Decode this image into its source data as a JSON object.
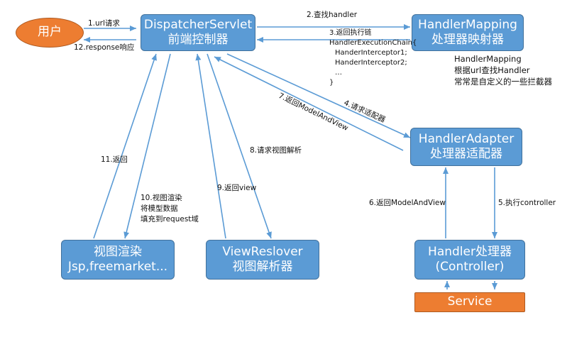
{
  "nodes": {
    "user": "用户",
    "dispatcher": [
      "DispatcherServlet",
      "前端控制器"
    ],
    "mapping": [
      "HandlerMapping",
      "处理器映射器"
    ],
    "adapter": [
      "HandlerAdapter",
      "处理器适配器"
    ],
    "view": [
      "视图渲染",
      "Jsp,freemarket..."
    ],
    "resolver": [
      "ViewReslover",
      "视图解析器"
    ],
    "handler": [
      "Handler处理器",
      "(Controller)"
    ],
    "service": "Service"
  },
  "notes": {
    "mapping": [
      "HandlerMapping",
      "根据url查找Handler",
      "常常是自定义的一些拦截器"
    ]
  },
  "labels": {
    "s1": "1.url请求",
    "s2": "2.查找handler",
    "s3": [
      "3.返回执行链",
      "HandlerExecutionChain{",
      "HanderInterceptor1;",
      "HanderInterceptor2;",
      "…",
      "}"
    ],
    "s4": "4.请求适配器",
    "s5": "5.执行controller",
    "s6": "6.返回ModelAndView",
    "s7": "7.返回ModelAndView",
    "s8": "8.请求视图解析",
    "s9": "9.返回view",
    "s10": [
      "10.视图渲染",
      "将模型数据",
      "填充到request域"
    ],
    "s11": "11.返回",
    "s12": "12.response响应"
  },
  "colors": {
    "node_fill": "#5b9bd5",
    "node_border": "#41719c",
    "accent_fill": "#ed7d31",
    "arrow": "#5b9bd5"
  }
}
